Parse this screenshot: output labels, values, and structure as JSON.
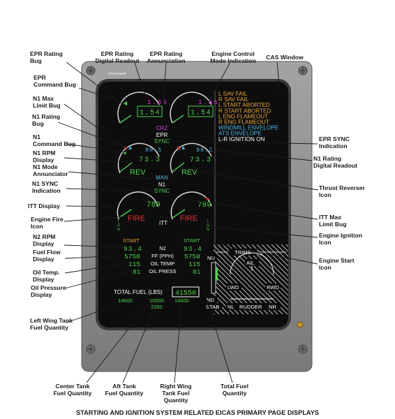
{
  "figure": {
    "caption": "STARTING AND IGNITION SYSTEM RELATED EICAS PRIMARY PAGE DISPLAYS",
    "brand": "Honeywell"
  },
  "callouts": {
    "epr_rating_bug": [
      "EPR Rating",
      "Bug"
    ],
    "epr_command_bug": [
      "EPR",
      "Command Bug"
    ],
    "n1_max_limit_bug": [
      "N1 Max",
      "Limit Bug"
    ],
    "n1_rating_bug": [
      "N1 Rating",
      "Bug"
    ],
    "n1_command_bug": [
      "N1",
      "Command Bug"
    ],
    "n1_rpm_display": [
      "N1 RPM",
      "Display"
    ],
    "n1_mode_annunciator": [
      "N1 Mode",
      "Annunciator"
    ],
    "n1_sync_indication": [
      "N1 SYNC",
      "Indication"
    ],
    "itt_display": [
      "ITT Display"
    ],
    "engine_fire_icon": [
      "Engine Fire",
      "Icon"
    ],
    "n2_rpm_display": [
      "N2 RPM",
      "Display"
    ],
    "fuel_flow_display": [
      "Fuel Flow",
      "Display"
    ],
    "oil_temp_display": [
      "Oil Temp.",
      "Display"
    ],
    "oil_pressure_display": [
      "Oil Pressure",
      "Display"
    ],
    "left_wing_tank_fuel_quantity": [
      "Left Wing Tank",
      "Fuel Quantity"
    ],
    "epr_rating_digital_readout": [
      "EPR Rating",
      "Digital Readout"
    ],
    "epr_rating_annunciation": [
      "EPR Rating",
      "Annunciation"
    ],
    "engine_control_mode_indication": [
      "Engine Control",
      "Mode Indication"
    ],
    "cas_window": [
      "CAS Window"
    ],
    "epr_sync_indication": [
      "EPR SYNC",
      "Indication"
    ],
    "n1_rating_digital_readout": [
      "N1 Rating",
      "Digital Readout"
    ],
    "thrust_reverser_icon": [
      "Thrust Reverser",
      "Icon"
    ],
    "itt_max_limit_bug": [
      "ITT Max",
      "Limit Bug"
    ],
    "engine_ignition_icon": [
      "Engine Ignition",
      "Icon"
    ],
    "engine_start_icon": [
      "Engine Start",
      "Icon"
    ],
    "center_tank_fuel_quantity": [
      "Center Tank",
      "Fuel Quantity"
    ],
    "aft_tank_fuel_quantity": [
      "Aft Tank",
      "Fuel Quantity"
    ],
    "right_wing_tank_fuel_quantity": [
      "Right Wing",
      "Tank Fuel",
      "Quantity"
    ],
    "total_fuel_quantity": [
      "Total Fuel",
      "Quantity"
    ]
  },
  "display": {
    "left": {
      "epr_rating": "1.65",
      "epr_value": "1.54",
      "n1_rating": "98.5",
      "n1_value": "73.3",
      "reverser": "REV",
      "itt_value": "789",
      "fire": "FIRE",
      "n2_value": "93.4",
      "ff_value": "5750",
      "oil_temp_value": "115",
      "oil_press_value": "81",
      "start": "START",
      "ignition": "I G N"
    },
    "right": {
      "epr_rating": "1.65",
      "epr_value": "1.54",
      "n1_rating": "98.5",
      "n1_value": "73.3",
      "reverser": "REV",
      "itt_value": "789",
      "fire": "FIRE",
      "n2_value": "93.4",
      "ff_value": "5750",
      "oil_temp_value": "115",
      "oil_press_value": "81",
      "start": "START",
      "ignition": "I G N"
    },
    "center": {
      "epr_rating_annunciation": "CRZ",
      "epr_label": "EPR",
      "epr_sync": "SYNC",
      "n1_mode": "MAN",
      "n1_label": "N1",
      "n1_sync": "SYNC",
      "itt_label": "ITT",
      "n2_label": "N2",
      "ff_label": "FF (PPH)",
      "oil_temp_label": "OIL TEMP",
      "oil_press_label": "OIL PRESS"
    },
    "cas_messages": [
      {
        "text": "L SAV FAIL",
        "color": "#e8a23a"
      },
      {
        "text": "R SAV FAIL",
        "color": "#e8a23a"
      },
      {
        "text": "L START ABORTED",
        "color": "#e8a23a"
      },
      {
        "text": "R START ABORTED",
        "color": "#e8a23a"
      },
      {
        "text": "L ENG FLAMEOUT",
        "color": "#e8a23a"
      },
      {
        "text": "R ENG FLAMEOUT",
        "color": "#e8a23a"
      },
      {
        "text": "WINDMILL ENVELOPE",
        "color": "#4fb6e6"
      },
      {
        "text": "ATS ENVELOPE",
        "color": "#4fb6e6"
      },
      {
        "text": "L-R IGNITION ON",
        "color": "#ffffff"
      }
    ],
    "fuel": {
      "title": "TOTAL FUEL (LBS)",
      "total": "41550",
      "left_wing": "14600",
      "center": "10000",
      "aft": "2350",
      "right_wing": "14600"
    },
    "trims": {
      "title": "TRIMS",
      "ail": "AIL",
      "nu": "NU",
      "nd": "ND",
      "stab": "STAB",
      "lwd": "LWD",
      "rwd": "RWD",
      "nl": "NL",
      "rudder": "RUDDER",
      "nr": "NR"
    }
  },
  "colors": {
    "green": "#4fd24f",
    "magenta": "#e040e0",
    "amber": "#e8a23a",
    "cyan": "#4fb6e6",
    "red": "#e53030",
    "white": "#ffffff",
    "bezel": "#8b8b8b",
    "screen": "#0d0d0d"
  }
}
